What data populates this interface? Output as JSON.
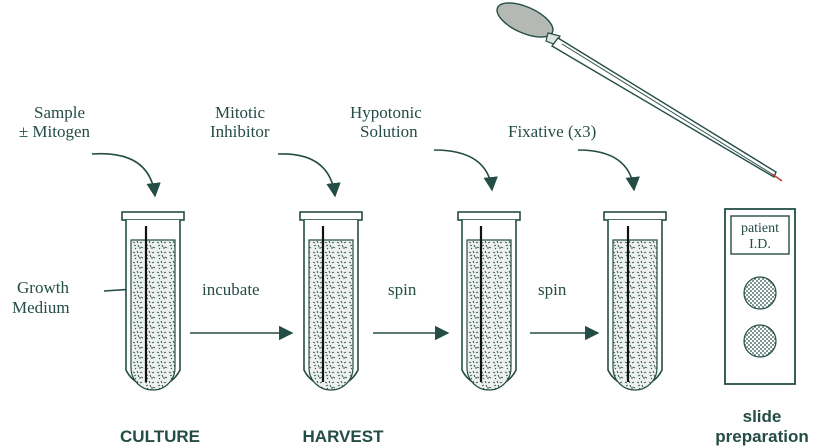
{
  "colors": {
    "ink": "#244d45",
    "dropper_bulb": "#b4b9b4",
    "background": "#ffffff"
  },
  "labels": {
    "sample_line1": "Sample",
    "sample_line2": "± Mitogen",
    "mitotic_line1": "Mitotic",
    "mitotic_line2": "Inhibitor",
    "hypotonic_line1": "Hypotonic",
    "hypotonic_line2": "Solution",
    "fixative": "Fixative (x3)",
    "growth_line1": "Growth",
    "growth_line2": "Medium",
    "incubate": "incubate",
    "spin_1": "spin",
    "spin_2": "spin",
    "culture": "CULTURE",
    "harvest": "HARVEST",
    "slide_line1": "slide",
    "slide_line2": "preparation",
    "patient_line1": "patient",
    "patient_line2": "I.D."
  },
  "icons": [
    "test-tube-icon",
    "dropper-icon",
    "slide-icon",
    "curved-arrow-icon"
  ]
}
